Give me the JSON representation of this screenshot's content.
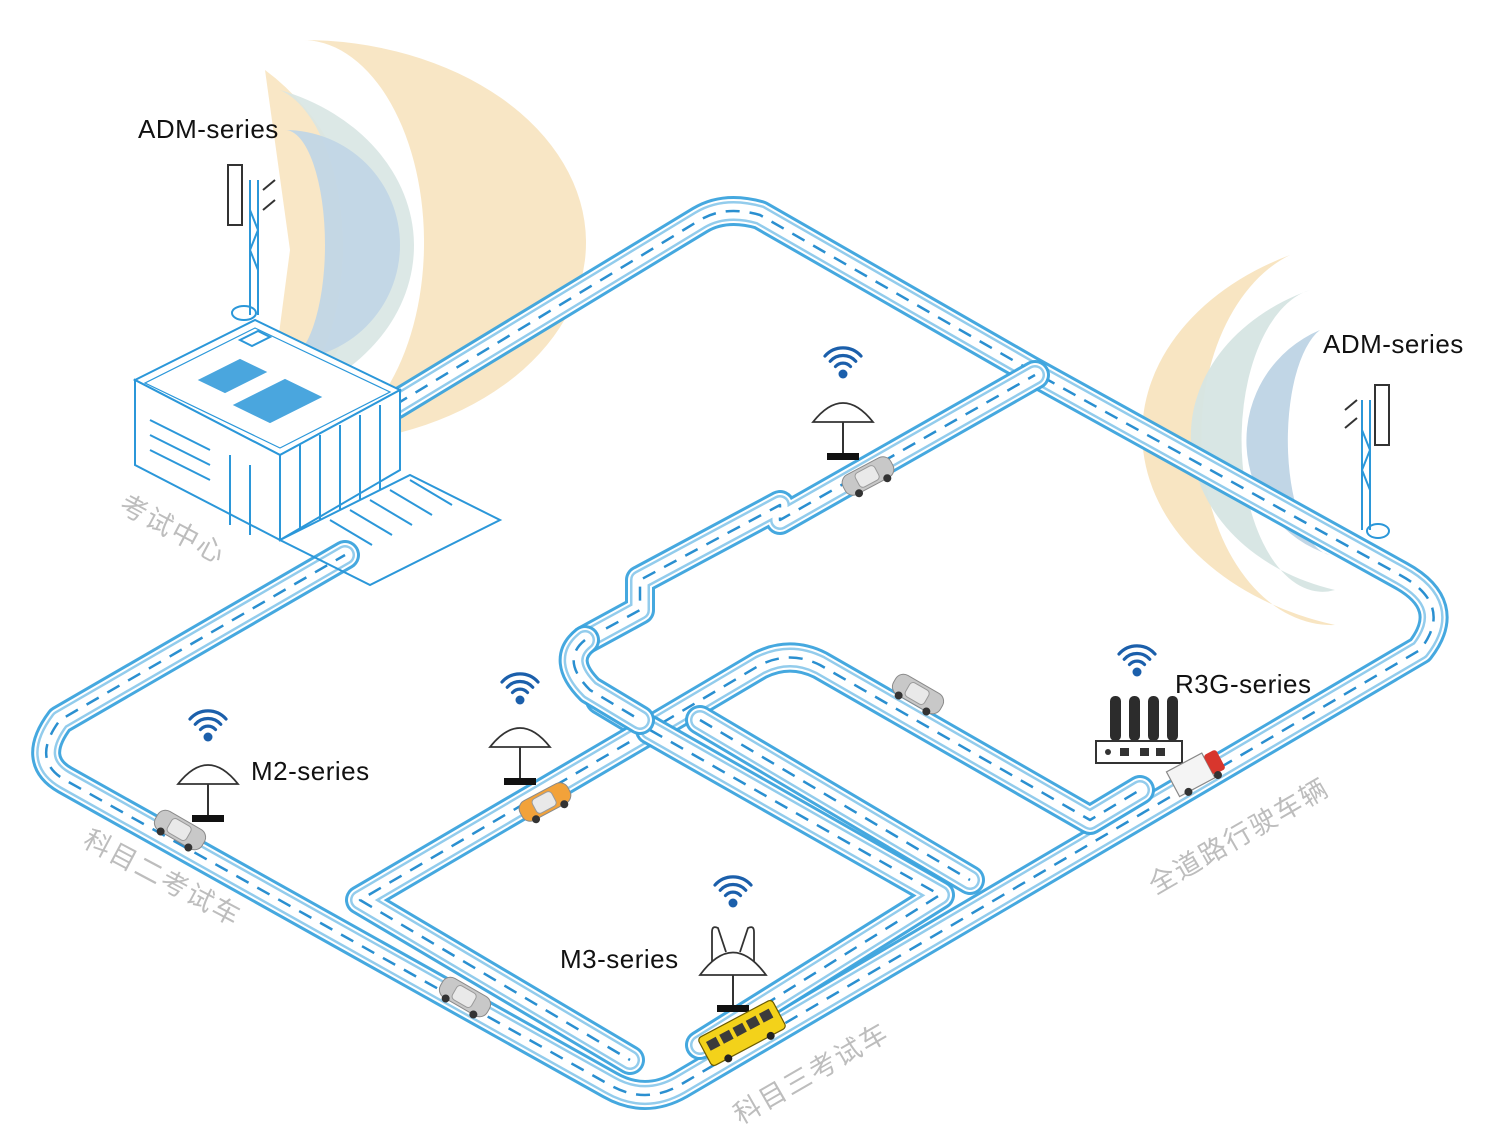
{
  "labels": {
    "adm_left": "ADM-series",
    "adm_right": "ADM-series",
    "m2": "M2-series",
    "m3": "M3-series",
    "r3g": "R3G-series"
  },
  "zones": {
    "exam_center": "考试中心",
    "subject2": "科目二考试车",
    "subject3": "科目三考试车",
    "all_road": "全道路行驶车辆"
  },
  "colors": {
    "road": "#3ba3dd",
    "road_dark": "#1f7cc0",
    "dash": "#2a8fd0",
    "wifi": "#1b5fab",
    "coverage_outer": "#f6dfb5",
    "coverage_mid": "#cfe3e8",
    "coverage_inner": "#b8d2e3",
    "zone_text": "#bdbdbd",
    "car_silver": "#c8c8c8",
    "car_orange": "#f2a23a",
    "bus_yellow": "#f3d21a",
    "truck_red": "#d8362d"
  },
  "icons": [
    "wifi-icon",
    "ceiling-ap-icon",
    "tower-antenna-icon",
    "router-icon",
    "building-icon",
    "car-icon",
    "bus-icon",
    "truck-icon"
  ]
}
